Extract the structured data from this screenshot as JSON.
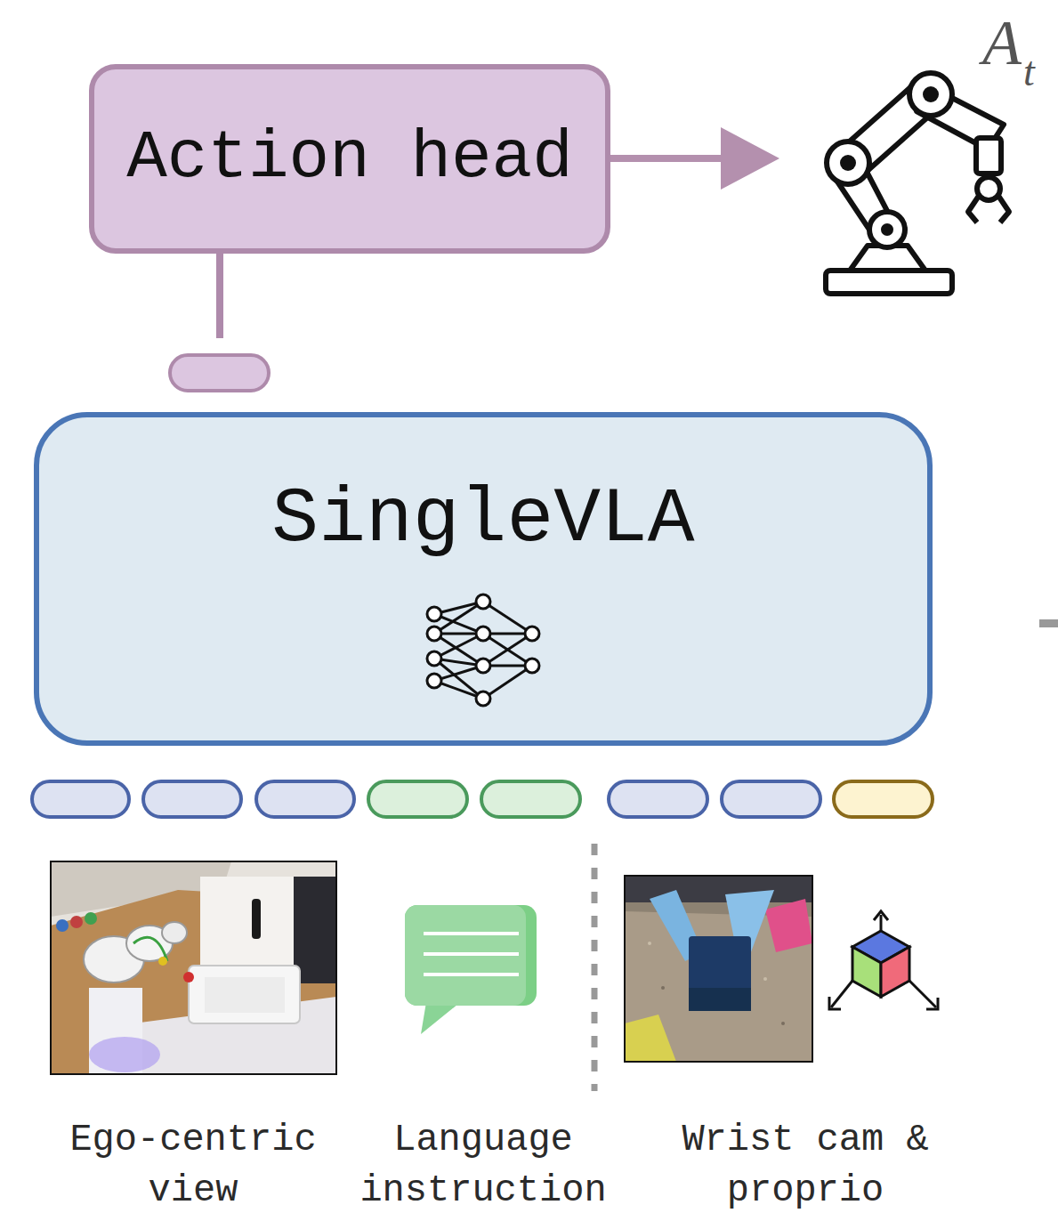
{
  "diagram": {
    "nodes": [
      {
        "text": [
          "Action head"
        ]
      },
      {
        "text": [
          "SingleVLA"
        ]
      }
    ],
    "labels": [
      "A",
      "t",
      "Ego-centric view",
      "Language instruction",
      "Wrist cam & proprio"
    ]
  }
}
